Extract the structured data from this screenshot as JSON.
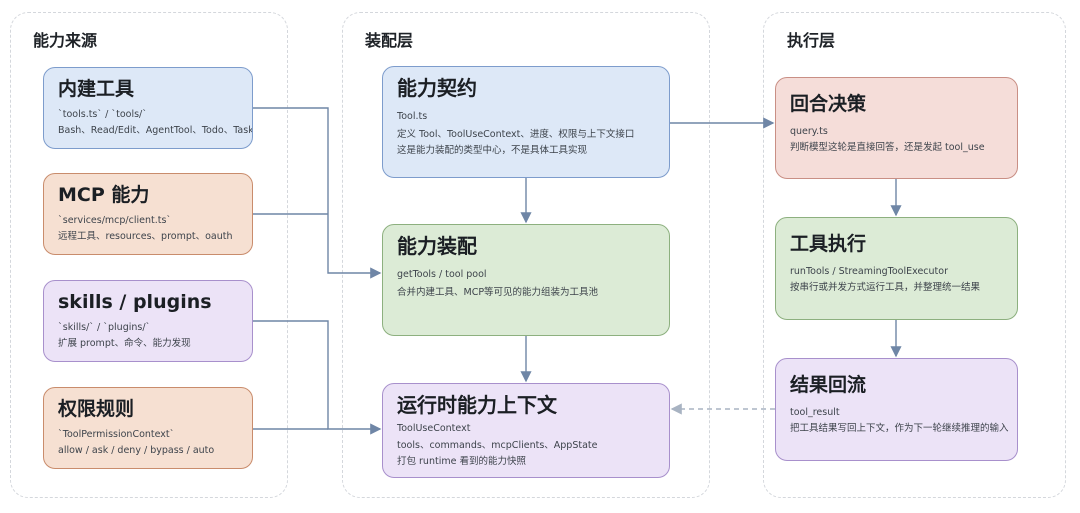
{
  "columns": {
    "sources": {
      "title": "能力来源"
    },
    "assembly": {
      "title": "装配层"
    },
    "execution": {
      "title": "执行层"
    }
  },
  "nodes": {
    "builtin": {
      "title": "内建工具",
      "lines": [
        "`tools.ts` / `tools/`",
        "Bash、Read/Edit、AgentTool、Todo、Task"
      ]
    },
    "mcp": {
      "title": "MCP 能力",
      "lines": [
        "`services/mcp/client.ts`",
        "远程工具、resources、prompt、oauth"
      ]
    },
    "skills": {
      "title": "skills / plugins",
      "lines": [
        "`skills/` / `plugins/`",
        "扩展 prompt、命令、能力发现"
      ]
    },
    "permissions": {
      "title": "权限规则",
      "lines": [
        "`ToolPermissionContext`",
        "allow / ask / deny / bypass / auto"
      ]
    },
    "contract": {
      "title": "能力契约",
      "lines": [
        "Tool.ts",
        "定义 Tool、ToolUseContext、进度、权限与上下文接口",
        "这是能力装配的类型中心，不是具体工具实现"
      ]
    },
    "assembly": {
      "title": "能力装配",
      "lines": [
        "getTools / tool pool",
        "合并内建工具、MCP等可见的能力组装为工具池"
      ]
    },
    "runtime": {
      "title": "运行时能力上下文",
      "lines": [
        "ToolUseContext",
        "tools、commands、mcpClients、AppState",
        "打包 runtime 看到的能力快照"
      ]
    },
    "decision": {
      "title": "回合决策",
      "lines": [
        "query.ts",
        "判断模型这轮是直接回答，还是发起 tool_use"
      ]
    },
    "exec": {
      "title": "工具执行",
      "lines": [
        "runTools / StreamingToolExecutor",
        "按串行或并发方式运行工具，并整理统一结果"
      ]
    },
    "result": {
      "title": "结果回流",
      "lines": [
        "tool_result",
        "把工具结果写回上下文，作为下一轮继续推理的输入"
      ]
    }
  },
  "colors": {
    "arrow": "#6f86a6",
    "dashed_arrow": "#a8b3c2"
  }
}
